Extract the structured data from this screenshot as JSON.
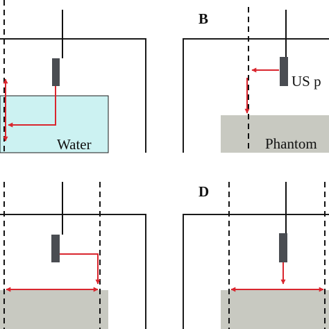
{
  "panels": {
    "a": {
      "medium_label": "Water"
    },
    "b": {
      "panel_letter": "B",
      "probe_label": "US p",
      "medium_label": "Phantom"
    },
    "c": {
      "panel_letter": ""
    },
    "d": {
      "panel_letter": "D"
    }
  },
  "colors": {
    "water": "#ccf2f2",
    "phantom": "#c8c9c1",
    "arrow": "#d9262e",
    "probe": "#4a4d52",
    "frame": "#1a1a1a"
  }
}
